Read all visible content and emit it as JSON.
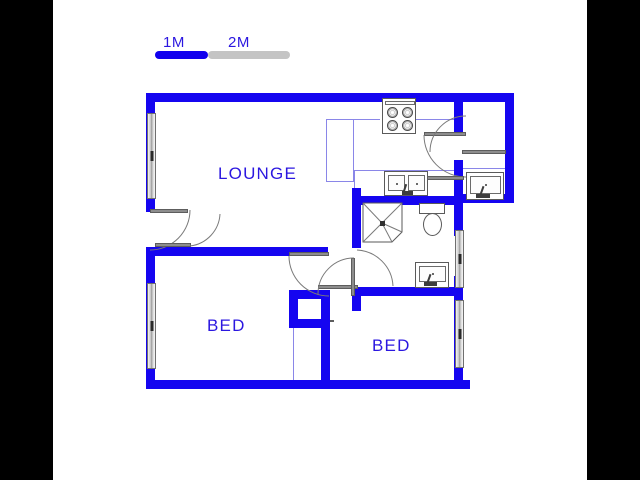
{
  "document": {
    "type": "floor-plan",
    "title": "Residential floor plan",
    "background_color": "#000000",
    "canvas_color": "#ffffff",
    "wall_color": "#1505f0",
    "label_color": "#2b17e0",
    "fixture_color": "#5a5a5a"
  },
  "scale": {
    "label_1": "1M",
    "label_2": "2M",
    "segment_1_color": "#1100ee",
    "segment_2_color": "#c4c4c4"
  },
  "rooms": [
    {
      "name": "lounge",
      "label": "LOUNGE"
    },
    {
      "name": "bedroom-left",
      "label": "BED"
    },
    {
      "name": "bedroom-right",
      "label": "BED"
    }
  ],
  "fixtures": [
    {
      "name": "stove-hob",
      "burners": 4,
      "room": "kitchen"
    },
    {
      "name": "kitchen-double-sink",
      "bowls": 2,
      "room": "kitchen"
    },
    {
      "name": "utility-sink",
      "bowls": 1,
      "room": "utility"
    },
    {
      "name": "shower-tray",
      "room": "bathroom"
    },
    {
      "name": "toilet",
      "room": "bathroom"
    },
    {
      "name": "wash-basin",
      "room": "bathroom"
    }
  ],
  "openings": [
    {
      "name": "window-lounge-west",
      "orientation": "vertical"
    },
    {
      "name": "window-bedroom-left-west",
      "orientation": "vertical"
    },
    {
      "name": "window-bathroom-east",
      "orientation": "vertical"
    },
    {
      "name": "window-bedroom-right-east",
      "orientation": "vertical"
    },
    {
      "name": "door-lounge-entry",
      "swing": "quarter"
    },
    {
      "name": "door-kitchen",
      "swing": "quarter"
    },
    {
      "name": "door-utility",
      "swing": "quarter"
    },
    {
      "name": "door-bathroom",
      "swing": "quarter"
    },
    {
      "name": "door-bedroom-left",
      "swing": "quarter"
    },
    {
      "name": "door-bedroom-right",
      "swing": "quarter"
    }
  ]
}
